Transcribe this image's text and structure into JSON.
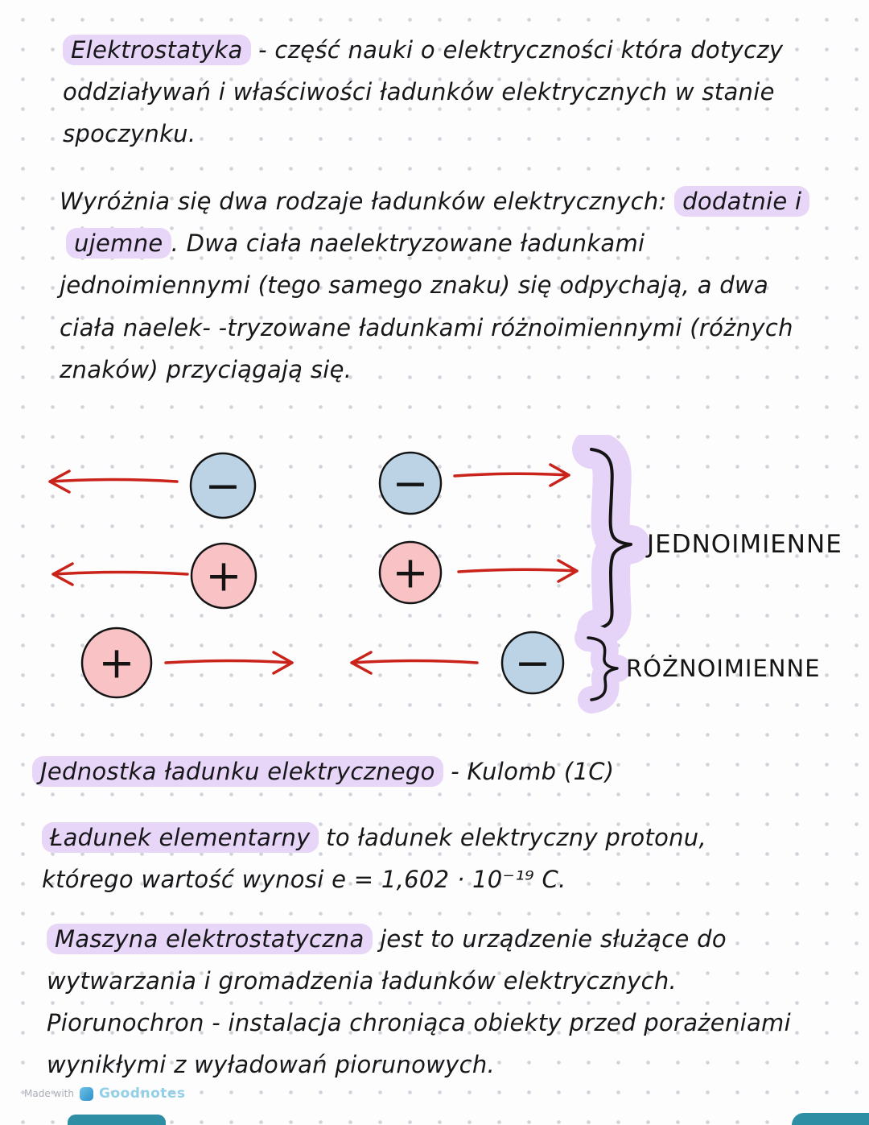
{
  "page": {
    "colors": {
      "paper": "#fdfdfe",
      "dot_grid": "#d2d2da",
      "ink": "#17171a",
      "highlight": "#e7d6f7",
      "arrow_red": "#c9231a",
      "negative_fill": "#bcd3e6",
      "positive_fill": "#f9c2c5",
      "brace_highlight": "#e6d3f8",
      "corner_teal": "#2d8ea4"
    }
  },
  "paragraphs": {
    "p1": {
      "term": "Elektrostatyka",
      "body": "- część nauki o elektryczności która dotyczy oddziaływań i właściwości ładunków elektrycznych w stanie spoczynku."
    },
    "p2": {
      "lead": "Wyróżnia się dwa rodzaje ładunków elektrycznych:",
      "hl1": "dodatnie i",
      "hl2": "ujemne",
      "rest": ". Dwa ciała naelektryzowane ładunkami jednoimiennymi (tego samego znaku) się odpychają, a dwa ciała naelek- -tryzowane ładunkami różnoimiennymi (różnych znaków) przyciągają się."
    },
    "p3": {
      "term": "Jednostka ładunku elektrycznego",
      "body": "- Kulomb (1C)"
    },
    "p4": {
      "term": "Ładunek elementarny",
      "body": "to ładunek elektryczny protonu, którego wartość wynosi e = 1,602 · 10⁻¹⁹ C."
    },
    "p5": {
      "term": "Maszyna elektrostatyczna",
      "body": "jest to urządzenie służące do wytwarzania i gromadzenia ładunków elektrycznych."
    },
    "p6": {
      "body": "Piorunochron - instalacja chroniąca obiekty przed porażeniami wynikłymi z wyładowań piorunowych."
    }
  },
  "diagram": {
    "charges": {
      "minus": "−",
      "plus": "+"
    },
    "labels": {
      "same_sign": "JEDNOIMIENNE",
      "opposite_sign": "RÓŻNOIMIENNE"
    }
  },
  "watermark": {
    "prefix": "Made with",
    "brand": "Goodnotes"
  }
}
